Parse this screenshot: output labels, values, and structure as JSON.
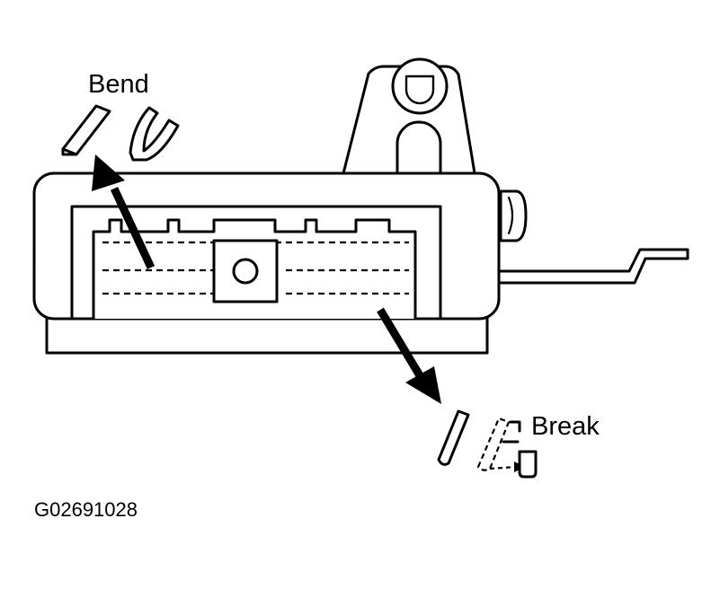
{
  "labels": {
    "bend": "Bend",
    "break": "Break",
    "figure_id": "G02691028"
  },
  "colors": {
    "line": "#000000",
    "background": "#ffffff"
  }
}
